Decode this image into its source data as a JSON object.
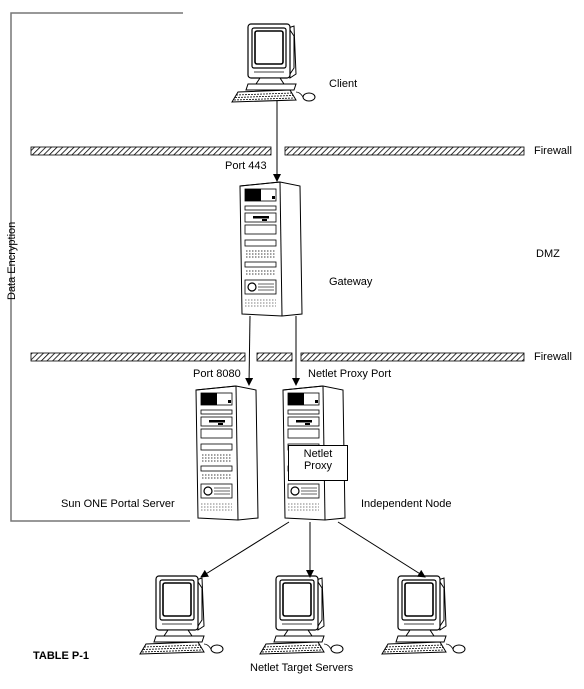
{
  "labels": {
    "client": "Client",
    "firewall_top": "Firewall",
    "port_443": "Port 443",
    "dmz": "DMZ",
    "gateway": "Gateway",
    "data_encryption": "Data Encryption",
    "firewall_bottom": "Firewall",
    "port_8080": "Port 8080",
    "netlet_proxy_port": "Netlet Proxy Port",
    "netlet_proxy_line1": "Netlet",
    "netlet_proxy_line2": "Proxy",
    "portal_server": "Sun ONE Portal Server",
    "independent_node": "Independent Node",
    "netlet_target_servers": "Netlet Target Servers",
    "table_caption": "TABLE P-1"
  },
  "nodes": [
    {
      "id": "client",
      "type": "workstation",
      "label": "Client"
    },
    {
      "id": "gateway",
      "type": "server",
      "label": "Gateway"
    },
    {
      "id": "portal_server",
      "type": "server",
      "label": "Sun ONE Portal Server"
    },
    {
      "id": "independent_node",
      "type": "server",
      "label": "Independent Node"
    },
    {
      "id": "target_1",
      "type": "workstation",
      "label": "Netlet Target Servers"
    },
    {
      "id": "target_2",
      "type": "workstation",
      "label": "Netlet Target Servers"
    },
    {
      "id": "target_3",
      "type": "workstation",
      "label": "Netlet Target Servers"
    }
  ],
  "edges": [
    {
      "from": "client",
      "to": "gateway",
      "label": "Port 443"
    },
    {
      "from": "gateway",
      "to": "portal_server",
      "label": "Port 8080"
    },
    {
      "from": "gateway",
      "to": "independent_node",
      "label": "Netlet Proxy Port"
    },
    {
      "from": "independent_node",
      "to": "target_1",
      "label": ""
    },
    {
      "from": "independent_node",
      "to": "target_2",
      "label": ""
    },
    {
      "from": "independent_node",
      "to": "target_3",
      "label": ""
    }
  ],
  "colors": {
    "line": "#000000",
    "background": "#ffffff"
  }
}
